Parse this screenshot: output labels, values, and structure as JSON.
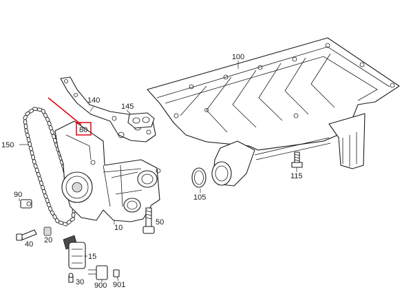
{
  "highlight_color": "#e0000f",
  "highlighted_part": "80",
  "callouts": {
    "p100": "100",
    "p140": "140",
    "p145": "145",
    "p80": "80",
    "p150": "150",
    "p90": "90",
    "p40": "40",
    "p20": "20",
    "p10": "10",
    "p50": "50",
    "p15": "15",
    "p30": "30",
    "p900": "900",
    "p901": "901",
    "p105": "105",
    "p115": "115"
  }
}
